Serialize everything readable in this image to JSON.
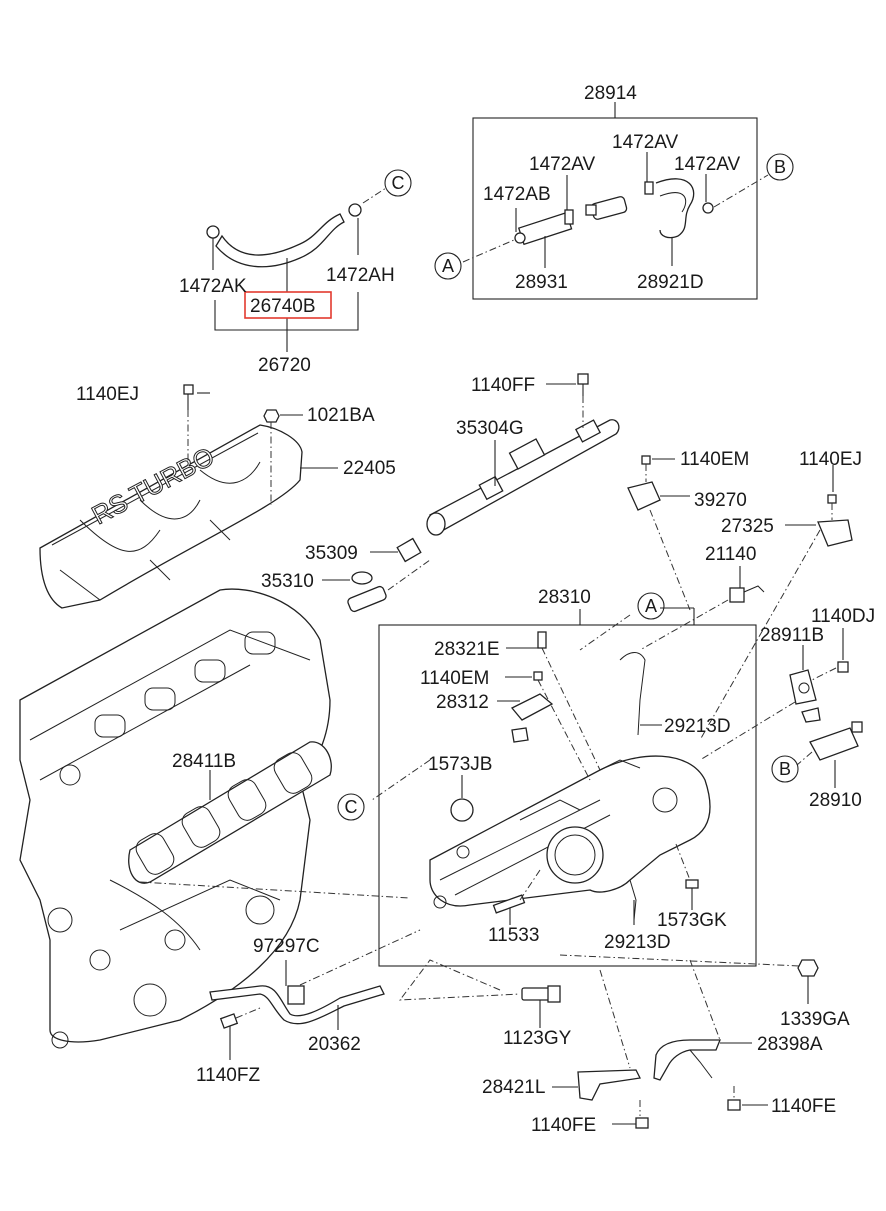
{
  "highlight_color": "#e23a2f",
  "labels": {
    "p28914": "28914",
    "p1472AV_a": "1472AV",
    "p1472AV_b": "1472AV",
    "p1472AV_c": "1472AV",
    "p1472AB": "1472AB",
    "p28931": "28931",
    "p28921D": "28921D",
    "p1472AK": "1472AK",
    "p1472AH": "1472AH",
    "p26740B": "26740B",
    "p26720": "26720",
    "p1140EJ_a": "1140EJ",
    "p1021BA": "1021BA",
    "p22405": "22405",
    "p1140FF": "1140FF",
    "p35304G": "35304G",
    "p1140EM_a": "1140EM",
    "p39270": "39270",
    "p1140EJ_b": "1140EJ",
    "p27325": "27325",
    "p35309": "35309",
    "p35310": "35310",
    "p21140": "21140",
    "p28310": "28310",
    "p28321E": "28321E",
    "p1140DJ": "1140DJ",
    "p28911B": "28911B",
    "p1140EM_b": "1140EM",
    "p28312": "28312",
    "p29213D_a": "29213D",
    "p28411B": "28411B",
    "p1573JB": "1573JB",
    "p28910": "28910",
    "p1573GK": "1573GK",
    "p11533": "11533",
    "p29213D_b": "29213D",
    "p97297C": "97297C",
    "p1339GA": "1339GA",
    "p20362": "20362",
    "p1123GY": "1123GY",
    "p1140FZ": "1140FZ",
    "p28398A": "28398A",
    "p28421L": "28421L",
    "p1140FE_a": "1140FE",
    "p1140FE_b": "1140FE"
  },
  "callouts": {
    "C_top": "C",
    "B_top": "B",
    "A_top": "A",
    "A_mid": "A",
    "C_mid": "C",
    "B_right": "B"
  },
  "embossed_text": "RS TURBO"
}
